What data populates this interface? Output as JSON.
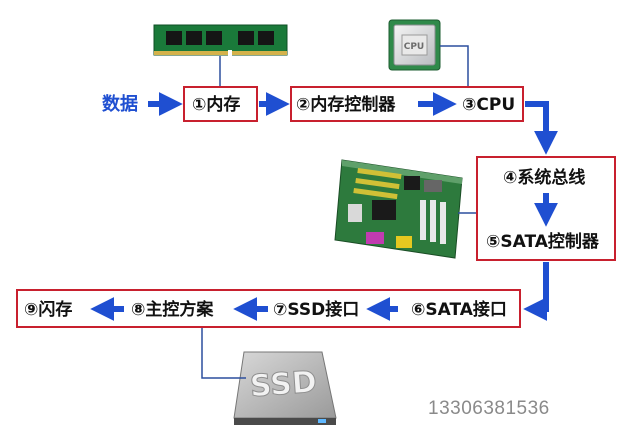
{
  "input_label": "数据",
  "steps": {
    "s1": "①内存",
    "s2": "②内存控制器",
    "s3": "③CPU",
    "s4": "④系统总线",
    "s5": "⑤SATA控制器",
    "s6": "⑥SATA接口",
    "s7": "⑦SSD接口",
    "s8": "⑧主控方案",
    "s9": "⑨闪存"
  },
  "images": {
    "cpu_chip_text": "CPU",
    "ssd_text": "SSD"
  },
  "watermark": "13306381536",
  "colors": {
    "arrow": "#1f4fd1",
    "box_border": "#c8202e",
    "connector": "#2c4f9e",
    "text": "#111111"
  }
}
